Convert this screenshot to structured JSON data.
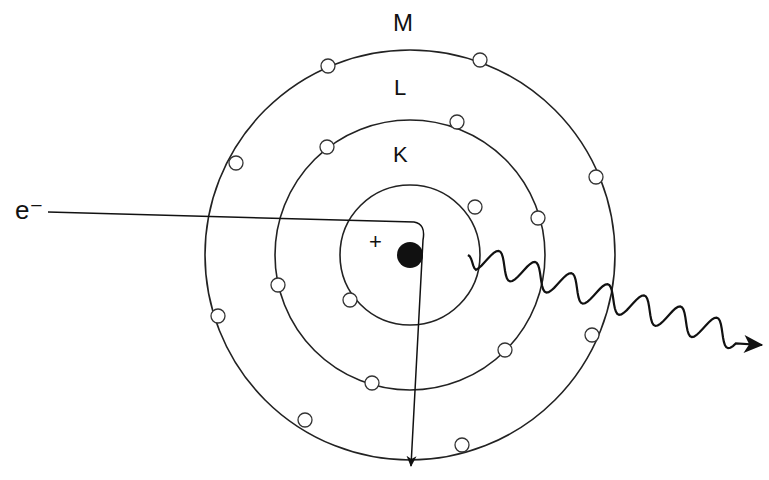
{
  "diagram": {
    "labels": [
      "M",
      "L",
      "K",
      "e⁻",
      "+"
    ]
  }
}
